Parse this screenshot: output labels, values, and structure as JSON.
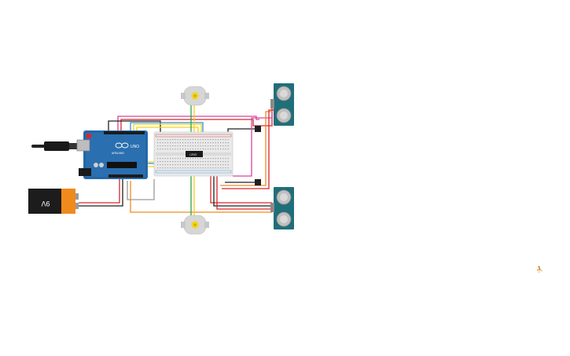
{
  "circuit": {
    "arduino": {
      "brand_text": "UNO",
      "logo_text": "ARDUINO"
    },
    "battery": {
      "label": "9V"
    },
    "motor_driver": {
      "label": "L293D"
    },
    "sensors": [
      {
        "name": "ultrasonic-sensor-top"
      },
      {
        "name": "ultrasonic-sensor-bottom"
      }
    ],
    "motors": [
      {
        "name": "dc-motor-top"
      },
      {
        "name": "dc-motor-bottom"
      }
    ],
    "colors": {
      "board_blue": "#2a6fb0",
      "sensor_teal": "#1f6f7a",
      "wire_red": "#d9262c",
      "wire_orange": "#f08a1c",
      "wire_yellow": "#f2d21b",
      "wire_green": "#2aa34a",
      "wire_blue": "#2f8fd8",
      "wire_pink": "#d9439c",
      "wire_black": "#222222",
      "wire_gray": "#9a9a9a"
    }
  },
  "corner_icon": {
    "name": "person-icon",
    "glyph": "⛹"
  }
}
